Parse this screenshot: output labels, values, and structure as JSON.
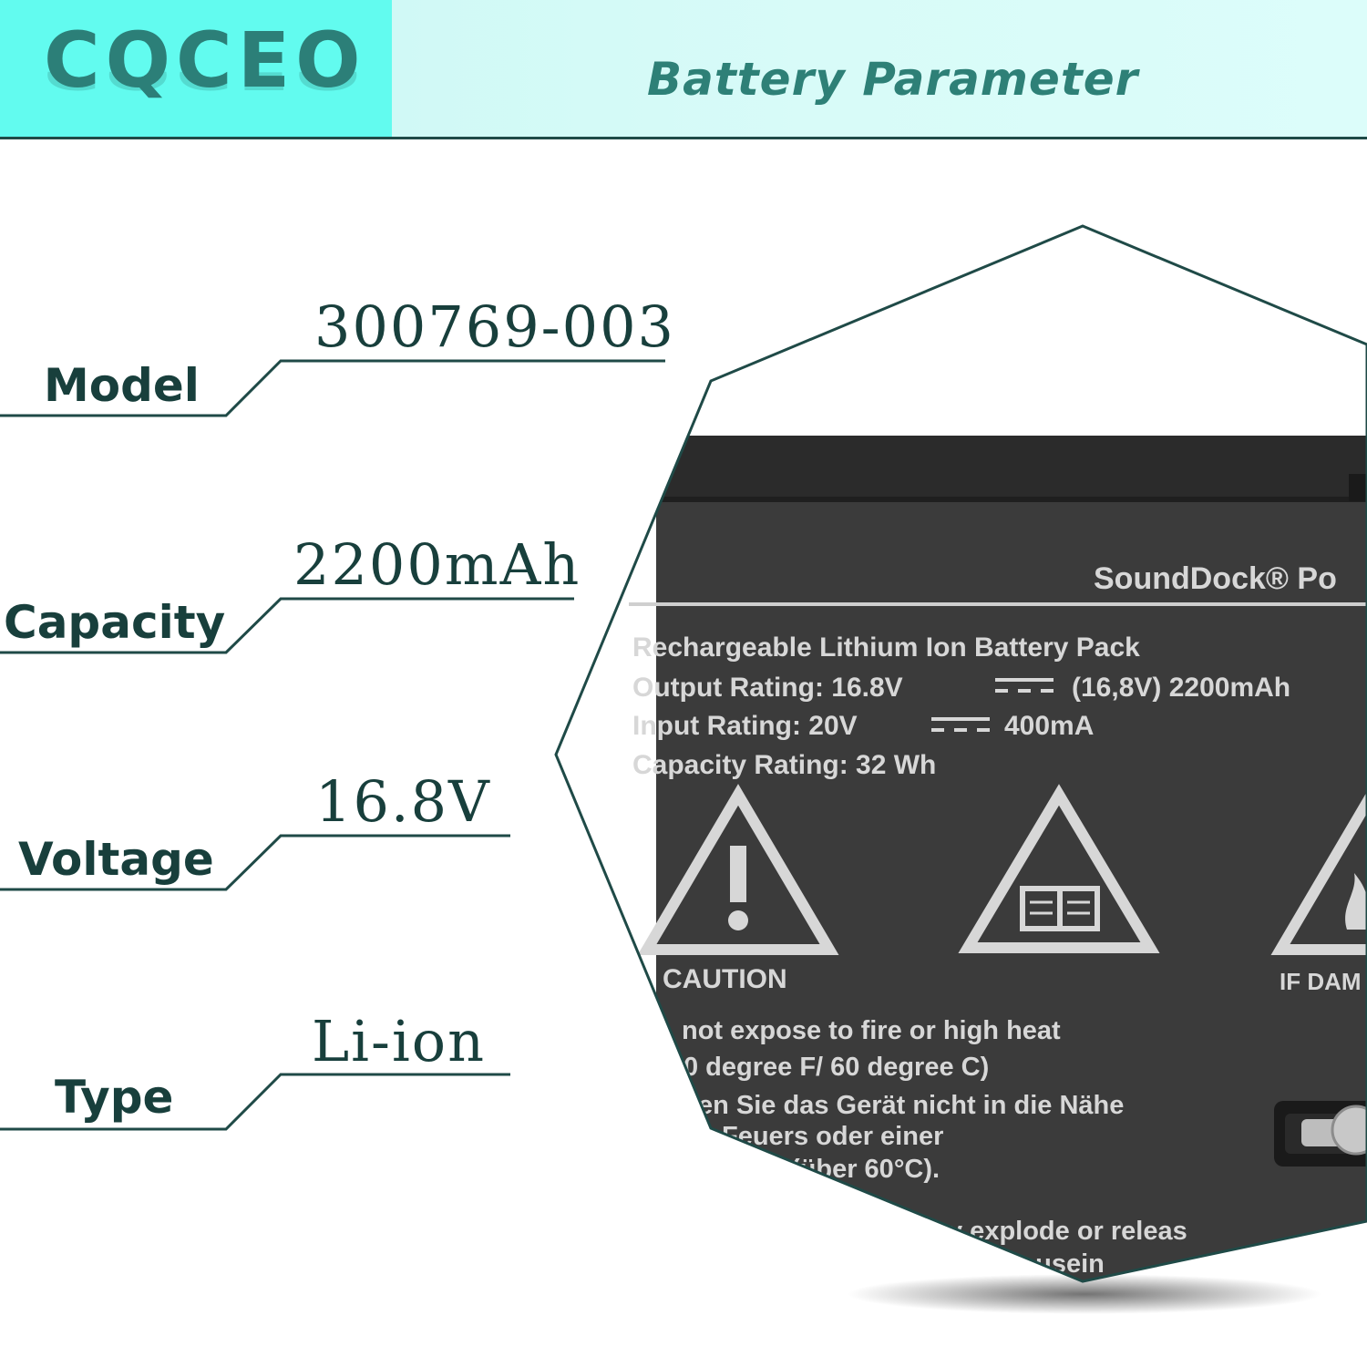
{
  "header": {
    "logo": "CQCEO",
    "title": "Battery Parameter"
  },
  "specs": [
    {
      "label": "Model",
      "value": "300769-003"
    },
    {
      "label": "Capacity",
      "value": "2200mAh"
    },
    {
      "label": "Voltage",
      "value": "16.8V"
    },
    {
      "label": "Type",
      "value": "Li-ion"
    }
  ],
  "battery_label": {
    "brand": "SoundDock® Po",
    "lines": [
      "Rechargeable Lithium Ion Battery Pack",
      "Output Rating: 16.8V",
      "(16,8V) 2200mAh",
      "Input Rating: 20V",
      "400mA",
      "Capacity Rating: 32 Wh"
    ],
    "caution": "CAUTION",
    "if_damaged": "IF DAM",
    "warnings": [
      "not expose to fire or high heat",
      "0 degree F/ 60 degree C)",
      "en Sie das Gerät nicht in die Nähe",
      "Feuers oder einer",
      "(über 60°C).",
      "y explode or releas",
      "ausein"
    ]
  },
  "colors": {
    "header_bg": "#d4faf7",
    "logo_bg": "#62fbef",
    "accent": "#2e8077",
    "text_dark": "#183f3c",
    "battery_bg": "#3a3a3a"
  }
}
